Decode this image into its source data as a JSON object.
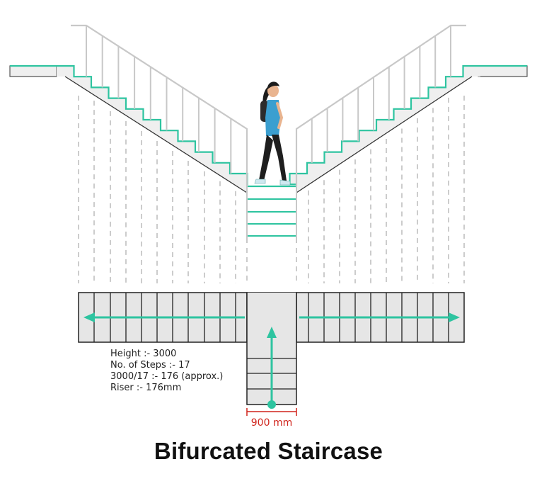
{
  "diagram": {
    "title": "Bifurcated Staircase",
    "width_label": "900 mm",
    "notes": [
      "Height :- 3000",
      "No. of Steps :- 17",
      "3000/17 :- 176 (approx.)",
      "Riser :- 176mm"
    ],
    "colors": {
      "tread_accent": "#2ec4a0",
      "structure": "#c8c8c8",
      "slab_fill": "#efefef",
      "plan_fill": "#e6e6e6",
      "outline": "#222222",
      "dimension": "#d0241c",
      "figure_shirt": "#3b9fd0"
    },
    "icons": [
      "person-walking-icon",
      "arrow-left-icon",
      "arrow-right-icon",
      "arrow-up-icon"
    ]
  }
}
